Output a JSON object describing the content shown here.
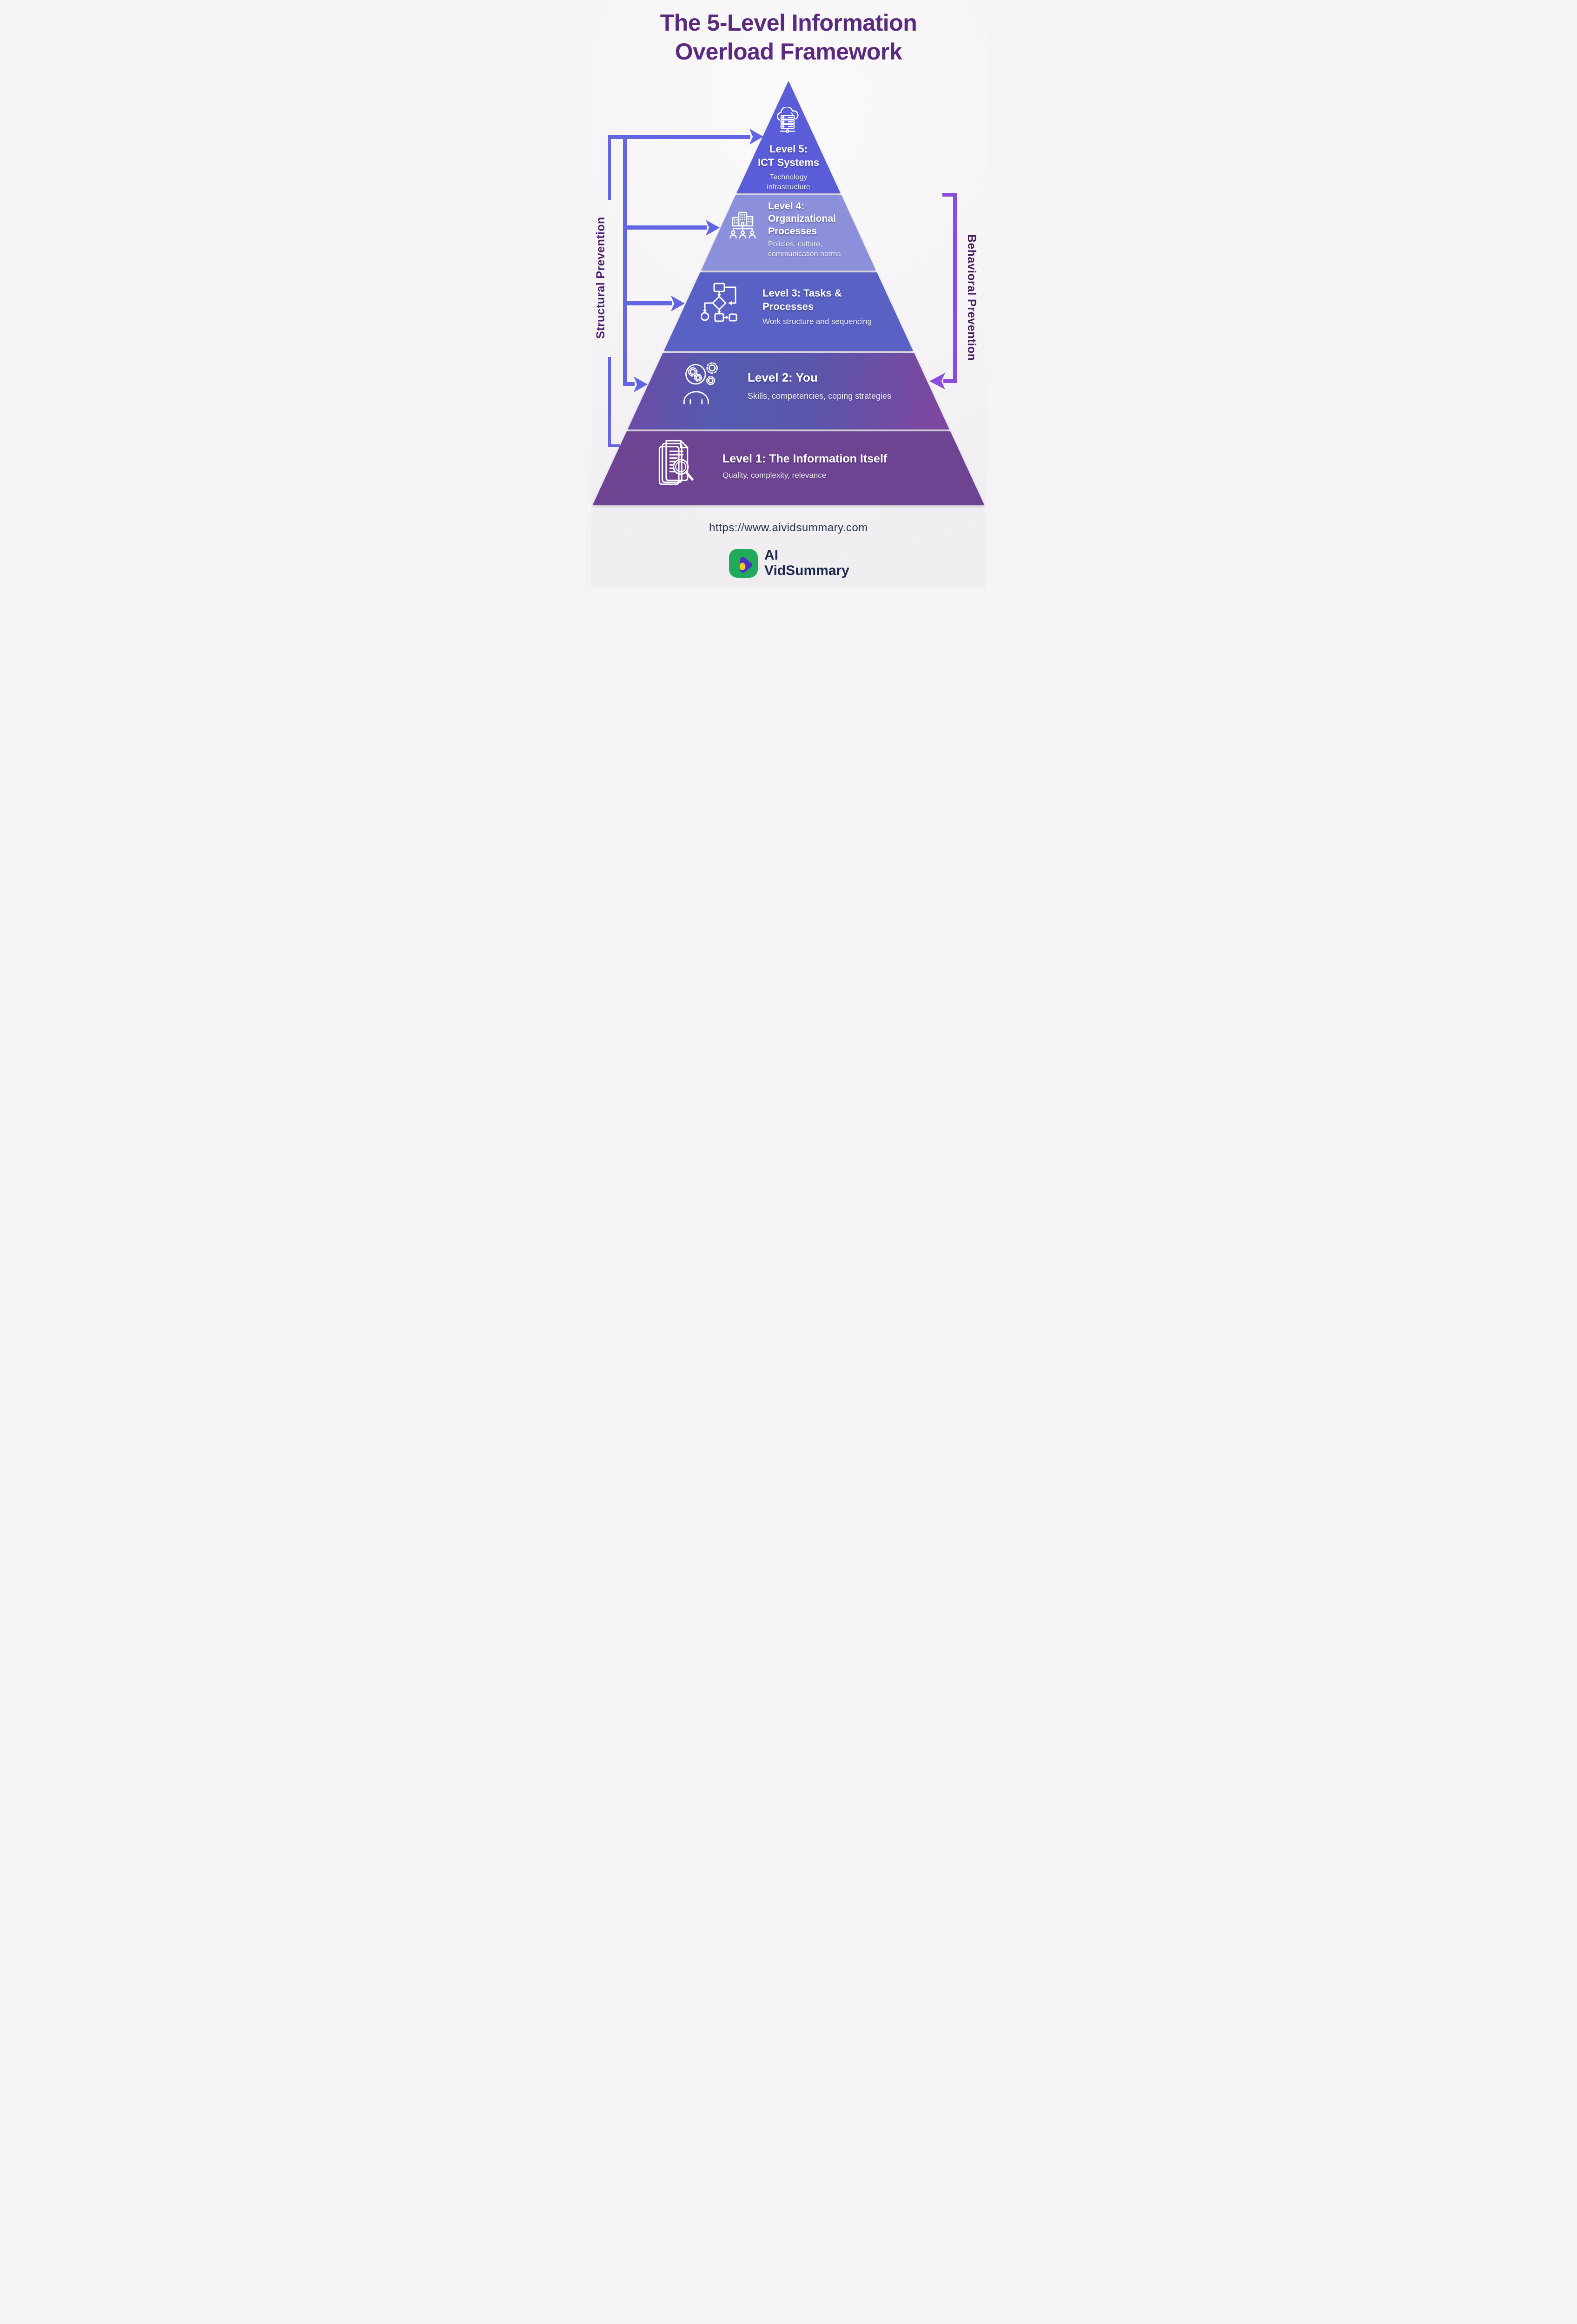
{
  "header": {
    "title_lines": [
      "The 5-Level Information",
      "Overload Framework"
    ]
  },
  "side_labels": {
    "left": "Structural Prevention",
    "right": "Behavioral Prevention"
  },
  "pyramid": {
    "levels": [
      {
        "level": 5,
        "title_lines": [
          "Level 5:",
          "ICT Systems"
        ],
        "subtitle_lines": [
          "Technology",
          "infrastructure"
        ],
        "icon": "cloud-server-icon",
        "color": "#5a5cd8"
      },
      {
        "level": 4,
        "title_lines": [
          "Level 4:",
          "Organizational",
          "Processes"
        ],
        "subtitle_lines": [
          "Policies, culture,",
          "communication norms"
        ],
        "icon": "organization-building-icon",
        "color": "#8c90da"
      },
      {
        "level": 3,
        "title_lines": [
          "Level 3: Tasks &",
          "Processes"
        ],
        "subtitle_lines": [
          "Work structure and sequencing"
        ],
        "icon": "flowchart-icon",
        "color": "#5a61c4"
      },
      {
        "level": 2,
        "title_lines": [
          "Level 2: You"
        ],
        "subtitle_lines": [
          "Skills, competencies, coping strategies"
        ],
        "icon": "head-gears-icon",
        "color": "gradient(#7e3f9f,#545bb0,#8d4099)"
      },
      {
        "level": 1,
        "title_lines": [
          "Level 1: The Information Itself"
        ],
        "subtitle_lines": [
          "Quality, complexity, relevance"
        ],
        "icon": "document-search-icon",
        "color": "#6d4392"
      }
    ]
  },
  "footer": {
    "url": "https://www.aividsummary.com",
    "brand_line1": "AI",
    "brand_line2": "VidSummary",
    "logo_icon": "play-icon"
  },
  "colors": {
    "bg": "#f5f3f5",
    "title": "#5b2a7e",
    "left-arrow": "#6366e2",
    "right-arrow": "#8b4edb",
    "left-label": "#4a1e6b",
    "right-label": "#45205f",
    "level5": "#5a5cd8",
    "level4": "#8c90da",
    "level3": "#5a61c4",
    "level2-a": "#7e3f9f",
    "level2-b": "#545bb0",
    "level2-c": "#8d4099",
    "level1": "#6d4392",
    "url-text": "#26324f",
    "brand-text": "#1c2951",
    "logo-green": "#21a95c",
    "logo-purple": "#4b2fc7",
    "logo-yellow": "#f7c832",
    "icon-stroke": "#ffffff"
  }
}
